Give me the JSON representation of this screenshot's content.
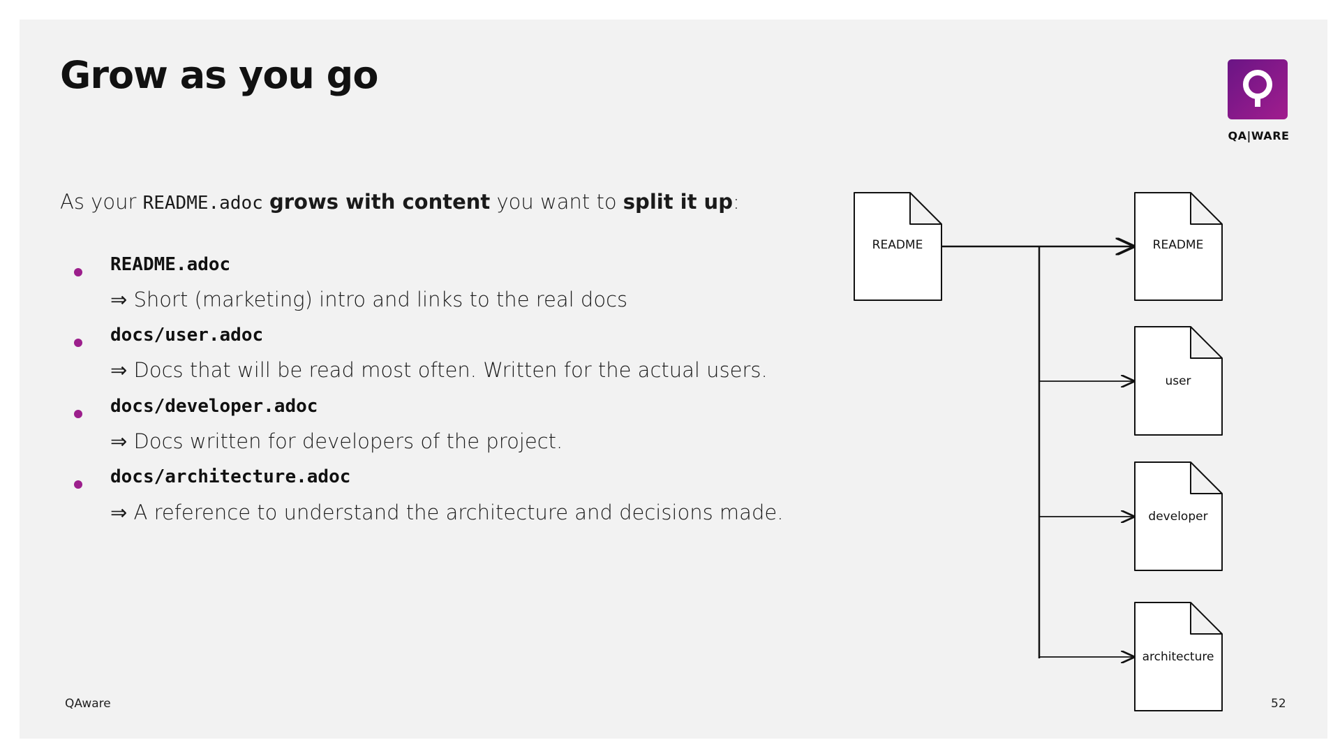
{
  "slide": {
    "title": "Grow as you go",
    "brand": "QA|WARE",
    "intro": {
      "prefix": "As your ",
      "code": "README.adoc",
      "bold1": "grows with content",
      "middle": " you want to ",
      "bold2": "split it up",
      "suffix": ":"
    },
    "items": [
      {
        "file": "README.adoc",
        "desc": "⇒ Short (marketing) intro and links to the real docs"
      },
      {
        "file": "docs/user.adoc",
        "desc": "⇒ Docs that will be read most often. Written for the actual users."
      },
      {
        "file": "docs/developer.adoc",
        "desc": "⇒ Docs written for developers of the project."
      },
      {
        "file": "docs/architecture.adoc",
        "desc": "⇒ A reference to understand the architecture and decisions made."
      }
    ],
    "footer": {
      "left": "QAware",
      "page": "52"
    },
    "accent_color": "#9c1f8c",
    "icon": "qaware-logo-icon"
  },
  "diagram": {
    "source": "README",
    "targets": [
      "README",
      "user",
      "developer",
      "architecture"
    ]
  }
}
